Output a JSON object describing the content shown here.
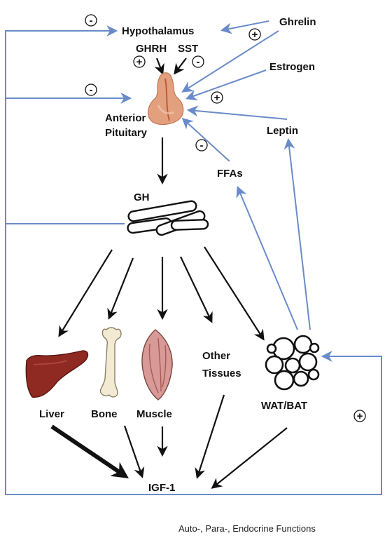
{
  "labels": {
    "hypothalamus": "Hypothalamus",
    "ghrelin": "Ghrelin",
    "ghrh": "GHRH",
    "sst": "SST",
    "estrogen": "Estrogen",
    "anterior": "Anterior",
    "pituitary": "Pituitary",
    "leptin": "Leptin",
    "ffas": "FFAs",
    "gh": "GH",
    "liver": "Liver",
    "bone": "Bone",
    "muscle": "Muscle",
    "other": "Other",
    "tissues": "Tissues",
    "watbat": "WAT/BAT",
    "igf1": "IGF-1",
    "footer": "Auto-, Para-, Endocrine Functions"
  },
  "signs": {
    "plus": "+",
    "minus": "-"
  },
  "colors": {
    "feedback_line": "#6a8bc9",
    "arrow": "#111111",
    "pituitary": "#e2a07e",
    "liver": "#8e2a22",
    "bone": "#f2ead2",
    "muscle": "#d79a96"
  },
  "icons": [
    "pituitary-gland-icon",
    "gh-molecules-icon",
    "liver-icon",
    "bone-icon",
    "muscle-icon",
    "adipose-cells-icon"
  ]
}
